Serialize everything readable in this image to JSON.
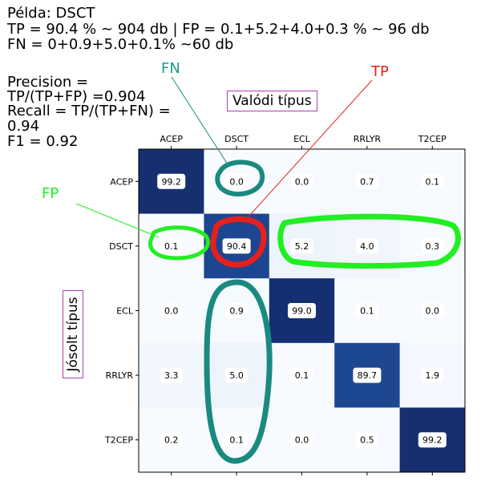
{
  "heading": {
    "lines": [
      "Példa: DSCT",
      "TP = 90.4 % ~ 904 db | FP = 0.1+5.2+4.0+0.3 % ~ 96 db",
      "FN = 0+0.9+5.0+0.1% ~60 db"
    ]
  },
  "metrics": {
    "lines": [
      "Precision =",
      "TP/(TP+FP) =0.904",
      "Recall = TP/(TP+FN) =",
      "0.94",
      "F1 = 0.92"
    ]
  },
  "annotations": {
    "fn": "FN",
    "tp": "TP",
    "fp": "FP",
    "colors": {
      "fn": "#1a9a8a",
      "tp": "#e8201c",
      "fp": "#22ee22",
      "fn_ring": "#1a8a80"
    }
  },
  "chart_data": {
    "type": "heatmap",
    "xlabel": "Valódi típus",
    "ylabel": "Jósolt típus",
    "x_categories": [
      "ACEP",
      "DSCT",
      "ECL",
      "RRLYR",
      "T2CEP"
    ],
    "y_categories": [
      "ACEP",
      "DSCT",
      "ECL",
      "RRLYR",
      "T2CEP"
    ],
    "values": [
      [
        99.2,
        0.0,
        0.0,
        0.7,
        0.1
      ],
      [
        0.1,
        90.4,
        5.2,
        4.0,
        0.3
      ],
      [
        0.0,
        0.9,
        99.0,
        0.1,
        0.0
      ],
      [
        3.3,
        5.0,
        0.1,
        89.7,
        1.9
      ],
      [
        0.2,
        0.1,
        0.0,
        0.5,
        99.2
      ]
    ],
    "value_labels": [
      [
        "99.2",
        "0.0",
        "0.0",
        "0.7",
        "0.1"
      ],
      [
        "0.1",
        "90.4",
        "5.2",
        "4.0",
        "0.3"
      ],
      [
        "0.0",
        "0.9",
        "99.0",
        "0.1",
        "0.0"
      ],
      [
        "3.3",
        "5.0",
        "0.1",
        "89.7",
        "1.9"
      ],
      [
        "0.2",
        "0.1",
        "0.0",
        "0.5",
        "99.2"
      ]
    ],
    "colormap": "Blues",
    "vrange": [
      0,
      100
    ]
  }
}
